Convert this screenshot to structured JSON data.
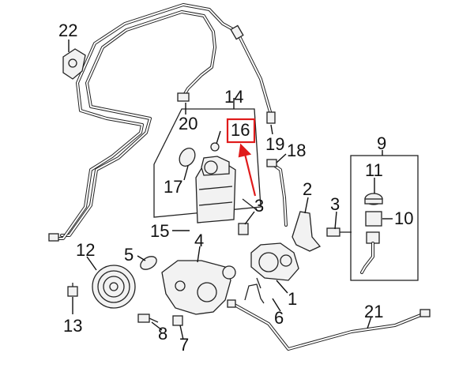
{
  "callouts": [
    {
      "id": "c1",
      "text": "1"
    },
    {
      "id": "c2",
      "text": "2"
    },
    {
      "id": "c3a",
      "text": "3"
    },
    {
      "id": "c3b",
      "text": "3"
    },
    {
      "id": "c4",
      "text": "4"
    },
    {
      "id": "c5",
      "text": "5"
    },
    {
      "id": "c6",
      "text": "6"
    },
    {
      "id": "c7",
      "text": "7"
    },
    {
      "id": "c8",
      "text": "8"
    },
    {
      "id": "c9",
      "text": "9"
    },
    {
      "id": "c10",
      "text": "10"
    },
    {
      "id": "c11",
      "text": "11"
    },
    {
      "id": "c12",
      "text": "12"
    },
    {
      "id": "c13",
      "text": "13"
    },
    {
      "id": "c14",
      "text": "14"
    },
    {
      "id": "c15",
      "text": "15"
    },
    {
      "id": "c16",
      "text": "16"
    },
    {
      "id": "c17",
      "text": "17"
    },
    {
      "id": "c18",
      "text": "18"
    },
    {
      "id": "c19",
      "text": "19"
    },
    {
      "id": "c20",
      "text": "20"
    },
    {
      "id": "c21",
      "text": "21"
    },
    {
      "id": "c22",
      "text": "22"
    }
  ],
  "highlight": {
    "part": "16",
    "color": "#e01b1b"
  }
}
